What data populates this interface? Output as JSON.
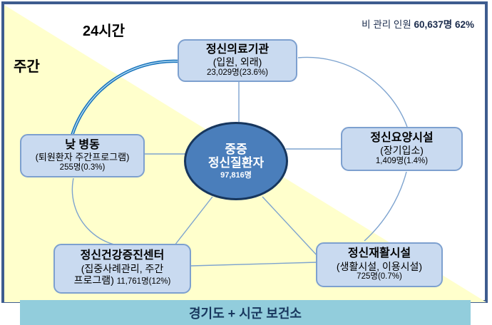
{
  "labels": {
    "hours24": "24시간",
    "daytime": "주간",
    "unmanaged_label": "비 관리 인원 ",
    "unmanaged_value": "60,637명  62%"
  },
  "center_ellipse": {
    "line1": "중증",
    "line2": "정신질환자",
    "count": "97,816명"
  },
  "nodes": {
    "medical": {
      "title": "정신의료기관",
      "subtitle": "(입원, 외래)",
      "count": "23,029명(23.6%)"
    },
    "care": {
      "title": "정신요양시설",
      "subtitle": "(장기입소)",
      "count": "1,409명(1.4%)"
    },
    "dayward": {
      "title": "낮 병동",
      "subtitle": "(퇴원환자 주간프로그램)",
      "count": "255명(0.3%)"
    },
    "center": {
      "title": "정신건강증진센터",
      "subtitle": "(집중사례관리, 주간",
      "subtitle2": "프로그램) ",
      "count": "11,761명(12%)"
    },
    "rehab": {
      "title": "정신재활시설",
      "subtitle": "(생활시설, 이용시설)",
      "count": "725명(0.7%)"
    }
  },
  "footer": {
    "label": "경기도 + 시군 보건소"
  },
  "colors": {
    "frame_border": "#3E5C8F",
    "triangle_fill": "#FFFFCC",
    "node_fill": "#C9DAF0",
    "node_border": "#7DA0CF",
    "ellipse_fill": "#4A7EBB",
    "ellipse_border": "#17365D",
    "connector": "#7DA3CF",
    "highlight_arc": "#1B75BC",
    "footer_bar": "#92CDDC",
    "footer_text": "#17365D"
  }
}
